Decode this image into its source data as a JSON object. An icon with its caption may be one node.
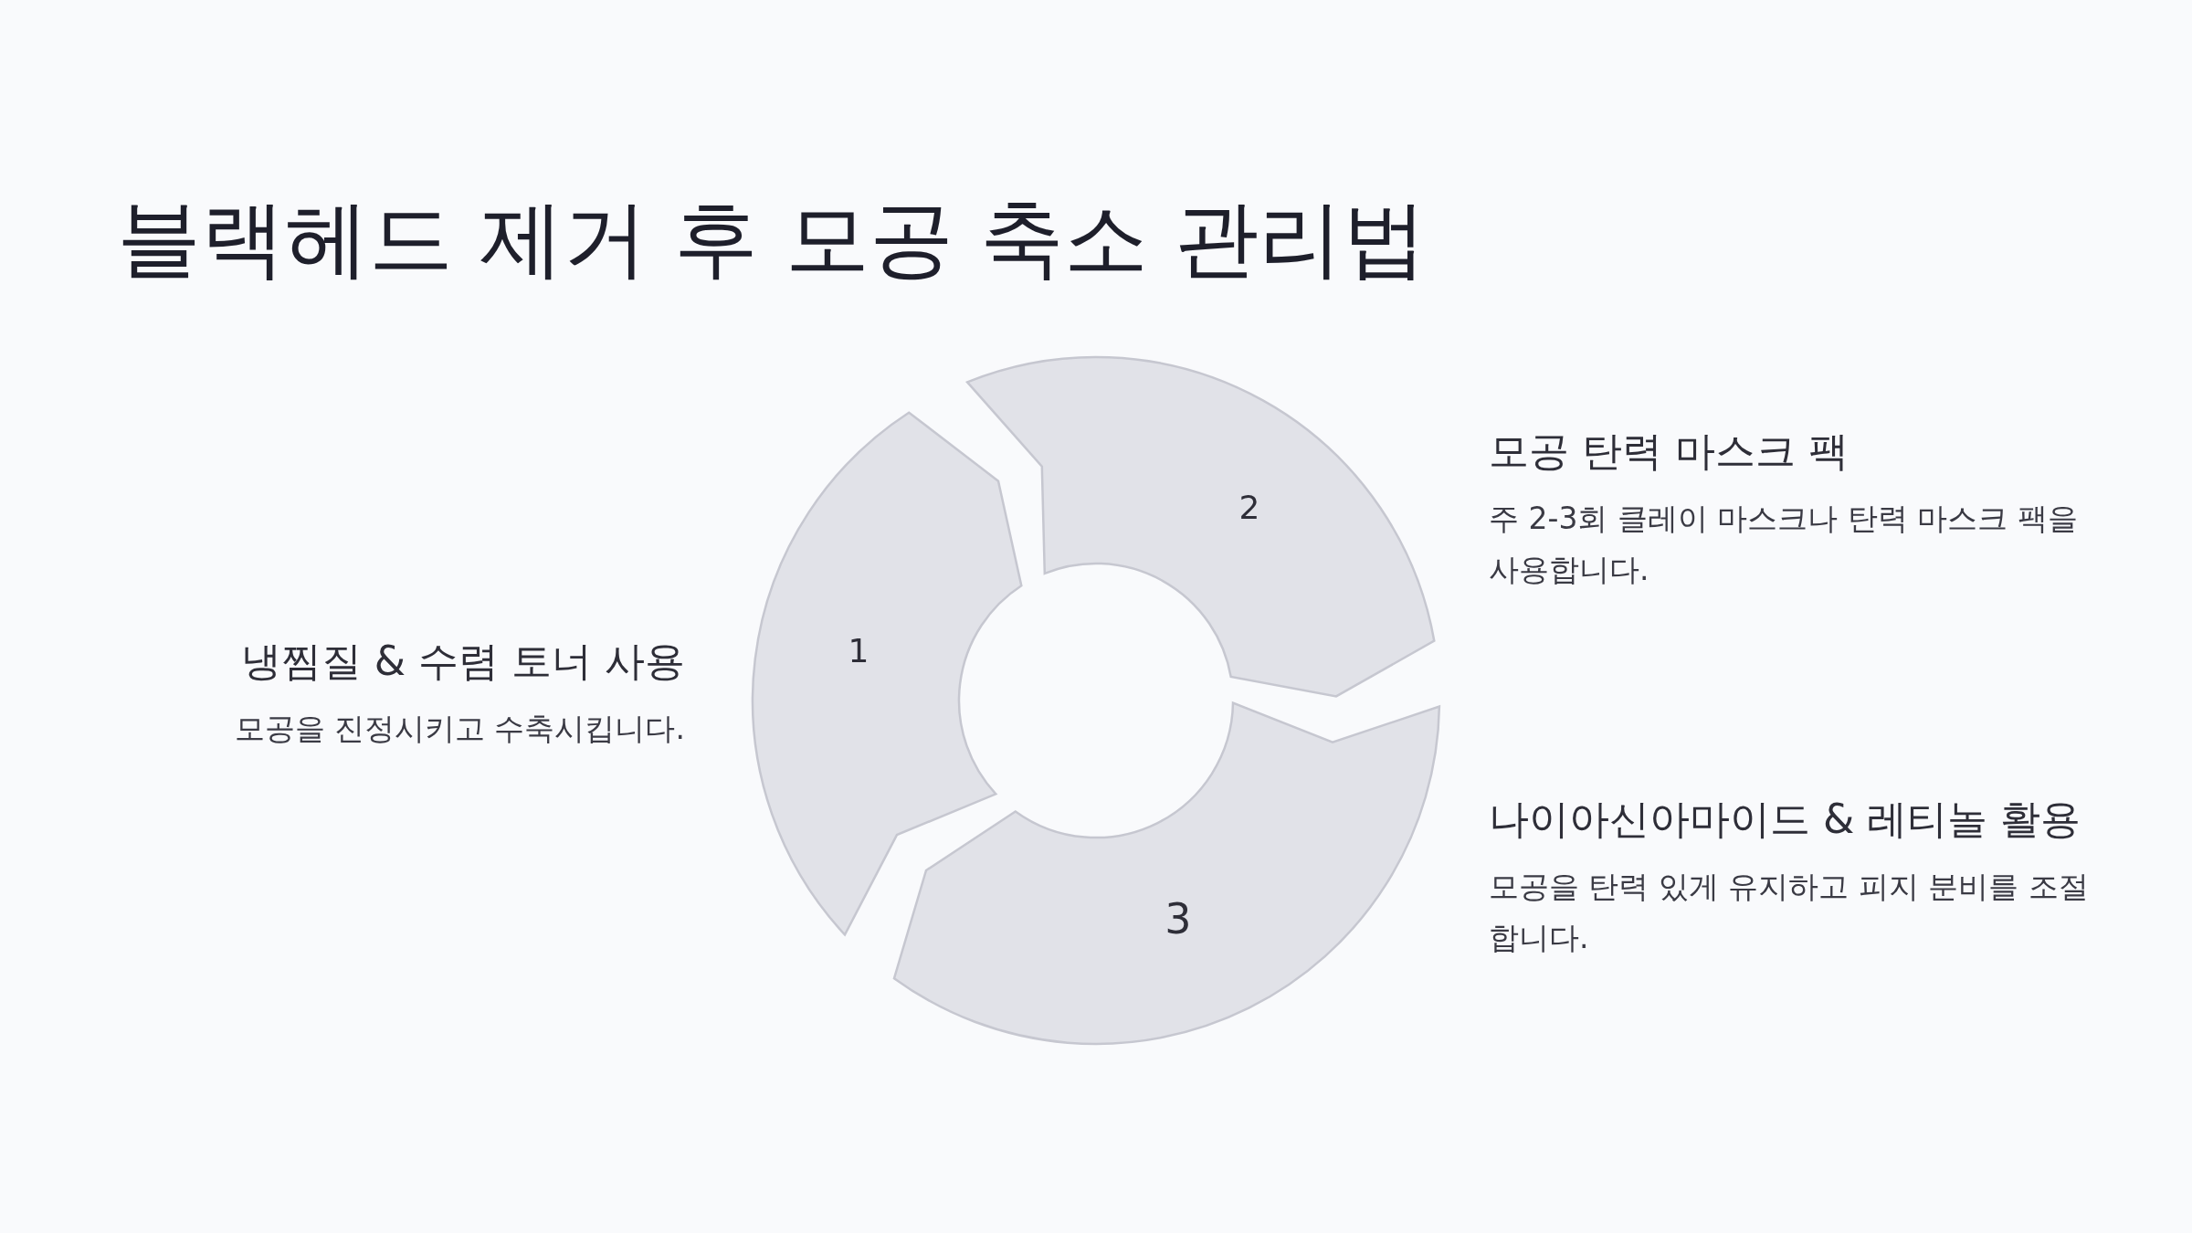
{
  "diagram": {
    "title": "블랙헤드 제거 후 모공 축소 관리법",
    "nodes": [
      {
        "text": [
          "1"
        ],
        "beside": [
          "냉찜질 & 수렴 토너 사용",
          "모공을 진정시키고 수축시킵니다."
        ]
      },
      {
        "text": [
          "2"
        ],
        "beside": [
          "모공 탄력 마스크 팩",
          "주 2-3회 클레이 마스크나 탄력 마스크 팩을 사용합니다."
        ]
      },
      {
        "text": [
          "3"
        ],
        "beside": [
          "나이아신아마이드 & 레티놀 활용",
          "모공을 탄력 있게 유지하고 피지 분비를 조절합니다."
        ]
      }
    ]
  }
}
